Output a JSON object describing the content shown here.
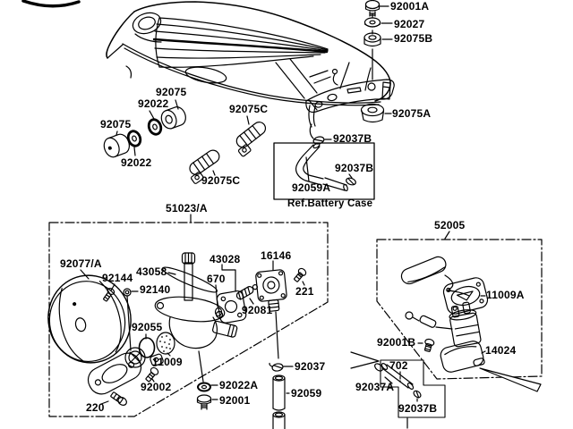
{
  "colors": {
    "line": "#000000",
    "background": "#ffffff"
  },
  "labels": {
    "p92001A": "92001A",
    "p92027": "92027",
    "p92075B": "92075B",
    "p92075A": "92075A",
    "p92075_top": "92075",
    "p92022_top": "92022",
    "p92075_left": "92075",
    "p92022_left": "92022",
    "p92075C_right": "92075C",
    "p92075C_lower": "92075C",
    "p92037B_top": "92037B",
    "p92037B_box": "92037B",
    "p92059A": "92059A",
    "battery_caption": "Ref.Battery Case",
    "p51023A": "51023/A",
    "p92077A": "92077/A",
    "p92144": "92144",
    "p43058": "43058",
    "p92140": "92140",
    "p43028": "43028",
    "p670": "670",
    "p16146": "16146",
    "p221": "221",
    "p92081": "92081",
    "p92055": "92055",
    "p11009": "11009",
    "p92002": "92002",
    "p220": "220",
    "p92022A": "92022A",
    "p92001": "92001",
    "p92037": "92037",
    "p92059": "92059",
    "p52005": "52005",
    "p11009A": "11009A",
    "p92001B": "92001B",
    "p14024": "14024",
    "p702": "702",
    "p92037A": "92037A",
    "p92037B_bottom": "92037B"
  }
}
